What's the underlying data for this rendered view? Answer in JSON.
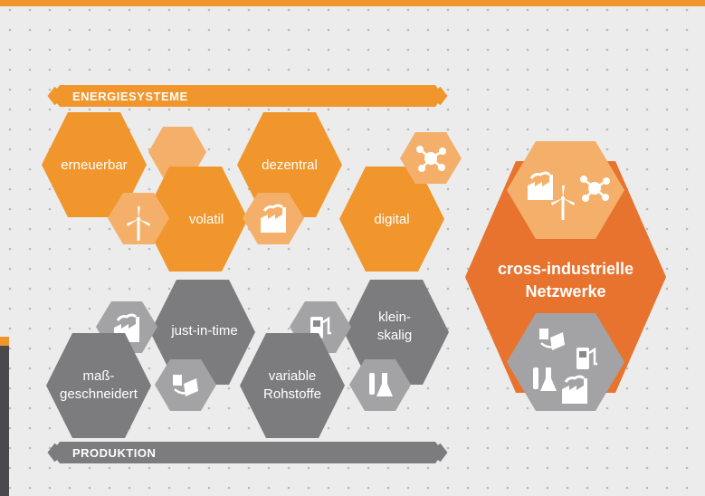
{
  "colors": {
    "orange": "#f0962d",
    "light_orange": "#f4b06a",
    "deep_orange": "#e2702a",
    "gray": "#7c7c7e",
    "light_gray": "#a3a3a5",
    "dark_gray": "#5c5c5e",
    "background": "#ececec"
  },
  "banners": {
    "top": "ENERGIESYSTEME",
    "bottom": "PRODUKTION"
  },
  "energy": {
    "erneuerbar": "erneuerbar",
    "volatil": "volatil",
    "dezentral": "dezentral",
    "digital": "digital"
  },
  "production": {
    "just_in_time": "just-in-time",
    "mass_1": "maß-",
    "mass_2": "geschneidert",
    "klein_1": "klein-",
    "klein_2": "skalig",
    "variable_1": "variable",
    "variable_2": "Rohstoffe"
  },
  "center": {
    "line1": "cross-industrielle",
    "line2": "Netzwerke"
  },
  "icons": {
    "wind": "wind-turbine-icon",
    "factory": "factory-icon",
    "network": "network-node-icon",
    "fuel": "fuel-pump-icon",
    "lab": "lab-flask-icon",
    "product": "product-packaging-icon"
  }
}
